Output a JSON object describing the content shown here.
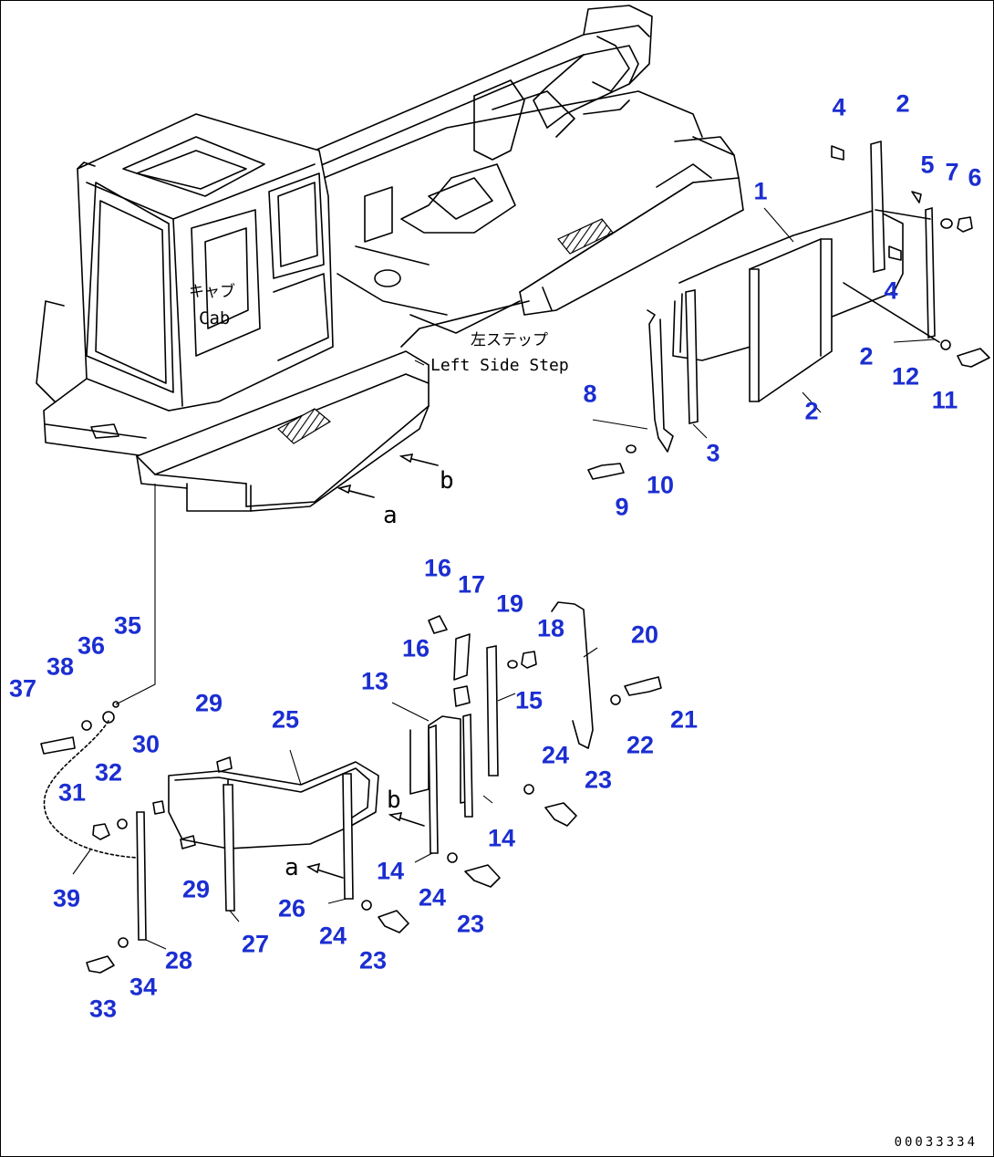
{
  "labels": {
    "cab_jp": "キャブ",
    "cab_en": "Cab",
    "step_jp": "左ステップ",
    "step_en": "Left Side Step",
    "view_a": "a",
    "view_b": "b",
    "view_a2": "a",
    "view_b2": "b"
  },
  "drawing_code": "00033334",
  "callouts": [
    {
      "id": "c1",
      "text": "1"
    },
    {
      "id": "c2a",
      "text": "2"
    },
    {
      "id": "c2b",
      "text": "2"
    },
    {
      "id": "c2c",
      "text": "2"
    },
    {
      "id": "c3",
      "text": "3"
    },
    {
      "id": "c4a",
      "text": "4"
    },
    {
      "id": "c4b",
      "text": "4"
    },
    {
      "id": "c5",
      "text": "5"
    },
    {
      "id": "c6",
      "text": "6"
    },
    {
      "id": "c7",
      "text": "7"
    },
    {
      "id": "c8",
      "text": "8"
    },
    {
      "id": "c9",
      "text": "9"
    },
    {
      "id": "c10",
      "text": "10"
    },
    {
      "id": "c11",
      "text": "11"
    },
    {
      "id": "c12",
      "text": "12"
    },
    {
      "id": "c13",
      "text": "13"
    },
    {
      "id": "c14a",
      "text": "14"
    },
    {
      "id": "c14b",
      "text": "14"
    },
    {
      "id": "c15",
      "text": "15"
    },
    {
      "id": "c16a",
      "text": "16"
    },
    {
      "id": "c16b",
      "text": "16"
    },
    {
      "id": "c17",
      "text": "17"
    },
    {
      "id": "c18",
      "text": "18"
    },
    {
      "id": "c19",
      "text": "19"
    },
    {
      "id": "c20",
      "text": "20"
    },
    {
      "id": "c21",
      "text": "21"
    },
    {
      "id": "c22",
      "text": "22"
    },
    {
      "id": "c23a",
      "text": "23"
    },
    {
      "id": "c23b",
      "text": "23"
    },
    {
      "id": "c23c",
      "text": "23"
    },
    {
      "id": "c24a",
      "text": "24"
    },
    {
      "id": "c24b",
      "text": "24"
    },
    {
      "id": "c24c",
      "text": "24"
    },
    {
      "id": "c25",
      "text": "25"
    },
    {
      "id": "c26",
      "text": "26"
    },
    {
      "id": "c27",
      "text": "27"
    },
    {
      "id": "c28",
      "text": "28"
    },
    {
      "id": "c29a",
      "text": "29"
    },
    {
      "id": "c29b",
      "text": "29"
    },
    {
      "id": "c30",
      "text": "30"
    },
    {
      "id": "c31",
      "text": "31"
    },
    {
      "id": "c32",
      "text": "32"
    },
    {
      "id": "c33",
      "text": "33"
    },
    {
      "id": "c34",
      "text": "34"
    },
    {
      "id": "c35",
      "text": "35"
    },
    {
      "id": "c36",
      "text": "36"
    },
    {
      "id": "c37",
      "text": "37"
    },
    {
      "id": "c38",
      "text": "38"
    },
    {
      "id": "c39",
      "text": "39"
    }
  ]
}
